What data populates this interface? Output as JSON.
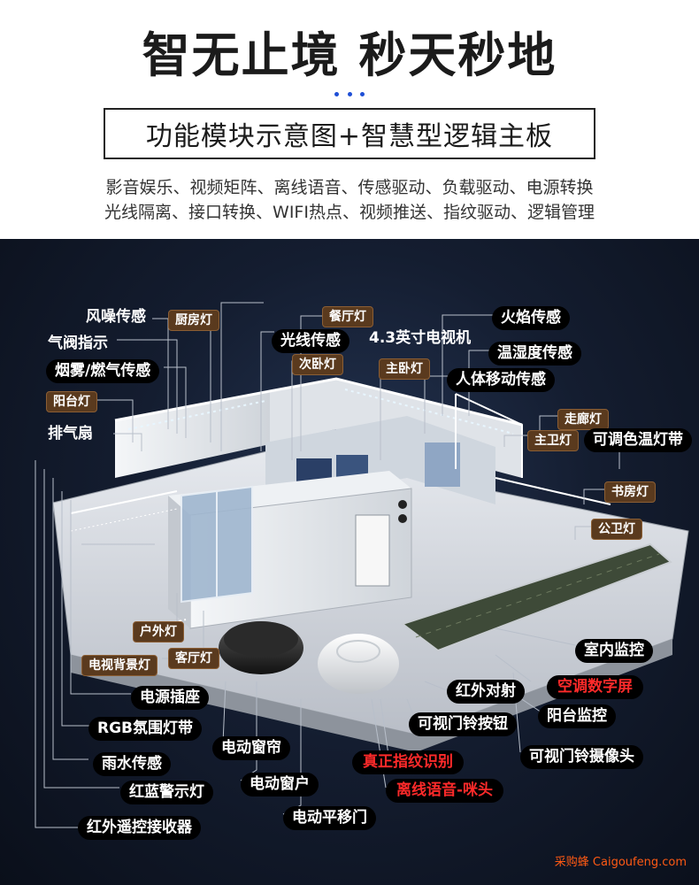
{
  "header": {
    "title": "智无止境  秒天秒地",
    "subtitle": "功能模块示意图+智慧型逻辑主板",
    "features_line1": "影音娱乐、视频矩阵、离线语音、传感驱动、负载驱动、电源转换",
    "features_line2": "光线隔离、接口转换、WIFI热点、视频推送、指纹驱动、逻辑管理"
  },
  "labels": {
    "fengzao": "风噪传感",
    "chufang": "厨房灯",
    "canting": "餐厅灯",
    "huoyan": "火焰传感",
    "qifa": "气阀指示",
    "guangxian": "光线传感",
    "tv43": "4.3英寸电视机",
    "wenshidu": "温湿度传感",
    "yanwu": "烟雾/燃气传感",
    "ciwo": "次卧灯",
    "zhuwo": "主卧灯",
    "renti": "人体移动传感",
    "yangtai_deng": "阳台灯",
    "zoulang": "走廊灯",
    "paiqi": "排气扇",
    "zhuwei": "主卫灯",
    "tiaose": "可调色温灯带",
    "shufang": "书房灯",
    "gongwei": "公卫灯",
    "huwai": "户外灯",
    "shinei": "室内监控",
    "kehu": "客厅灯",
    "dianshi_bj": "电视背景灯",
    "kongtiao": "空调数字屏",
    "hongwai_ds": "红外对射",
    "dianyuan": "电源插座",
    "yangtai_jk": "阳台监控",
    "menling_an": "可视门铃按钮",
    "rgb": "RGB氛围灯带",
    "chuanglian": "电动窗帘",
    "menling_sx": "可视门铃摄像头",
    "zhiwen": "真正指纹识别",
    "yushui": "雨水传感",
    "chuanghu": "电动窗户",
    "lixian": "离线语音-咪头",
    "jingshi": "红蓝警示灯",
    "pingyi": "电动平移门",
    "yaokong": "红外遥控接收器"
  },
  "watermark": "采购蜂 Caigoufeng.com",
  "colors": {
    "label_bg": "#000000",
    "label_brown": "#5a3a1e",
    "highlight_red": "#ff2a2a",
    "accent_blue": "#1f4fd6",
    "watermark": "#ff5a14"
  }
}
